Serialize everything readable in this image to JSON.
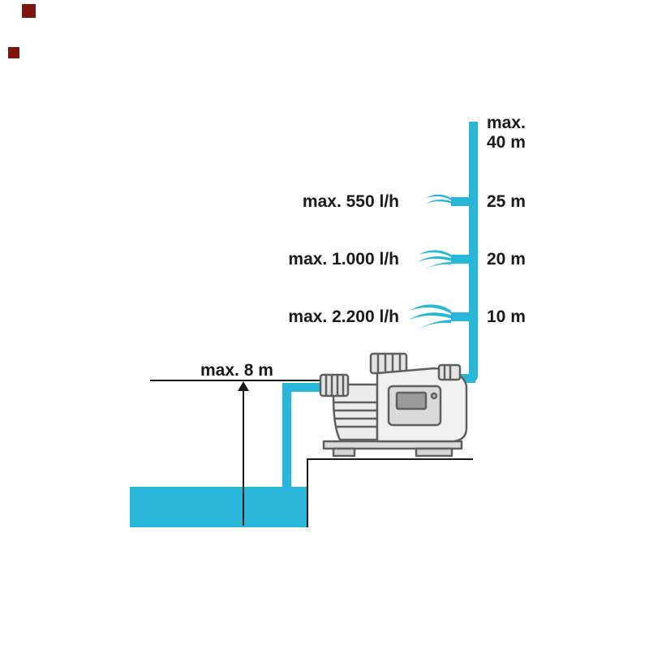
{
  "diagram": {
    "type": "pump-performance-diagram",
    "riser_top": {
      "line1": "max.",
      "line2": "40 m"
    },
    "outlets": [
      {
        "flow": "max. 550 l/h",
        "height": "25 m",
        "spray_size": "small"
      },
      {
        "flow": "max. 1.000 l/h",
        "height": "20 m",
        "spray_size": "medium"
      },
      {
        "flow": "max. 2.200 l/h",
        "height": "10 m",
        "spray_size": "large"
      }
    ],
    "suction_depth": "max. 8 m"
  },
  "icons": {
    "spray": "water-spray-icon",
    "arrow": "depth-arrow-icon"
  },
  "colors": {
    "pipe_and_water": "#29b7d9",
    "text": "#1a1a1a",
    "pump_outline": "#5f5f5f",
    "corner_marks": "#7c170e",
    "background": "#ffffff"
  }
}
